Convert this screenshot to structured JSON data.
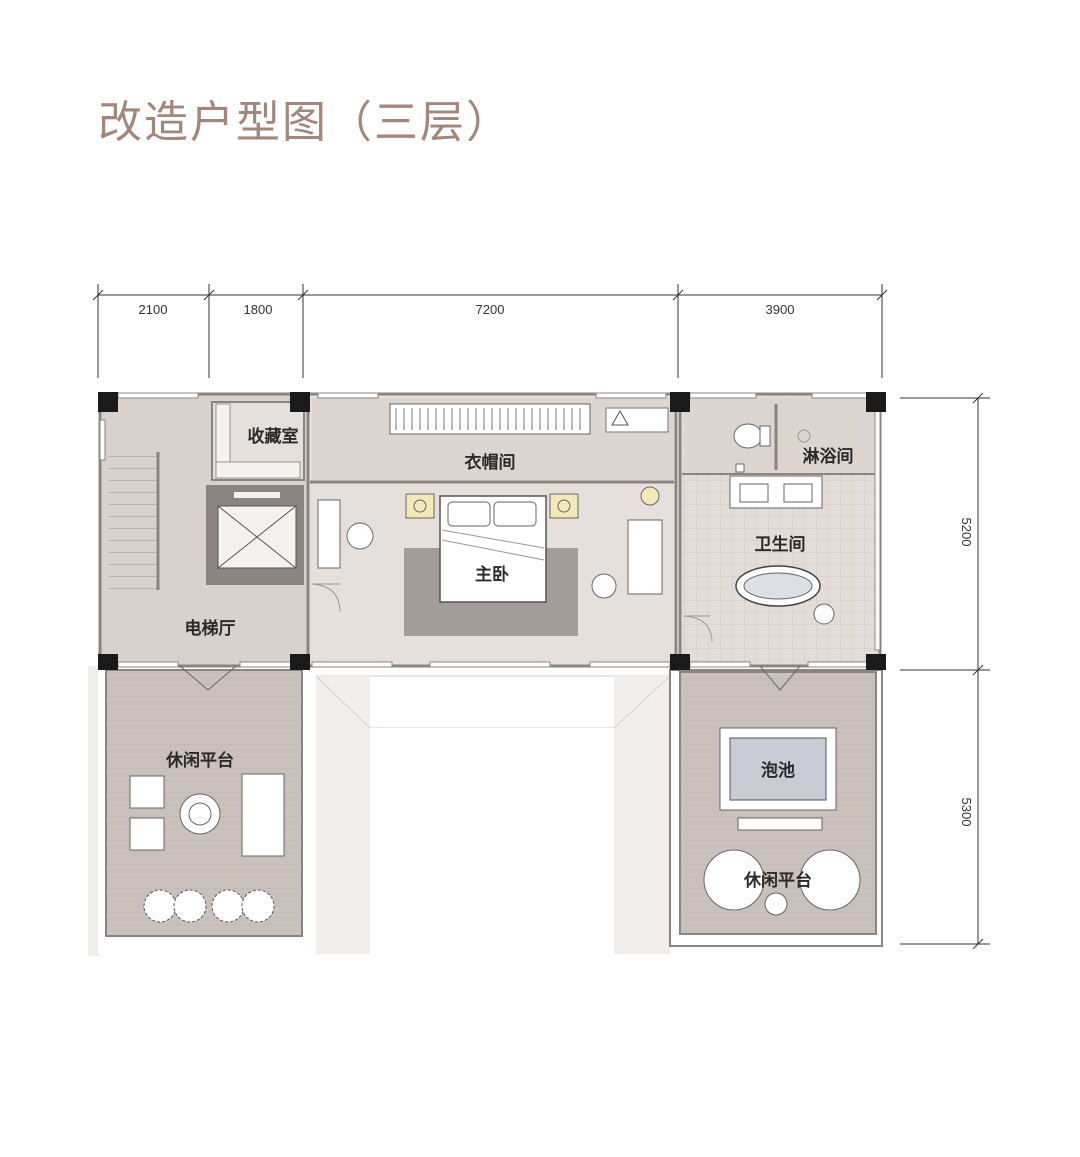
{
  "title": "改造户型图（三层）",
  "dimensions": {
    "top": [
      "2100",
      "1800",
      "7200",
      "3900"
    ],
    "right": [
      "5200",
      "5300"
    ]
  },
  "rooms": {
    "collection": "收藏室",
    "cloakroom": "衣帽间",
    "master_bedroom": "主卧",
    "shower": "淋浴间",
    "bathroom": "卫生间",
    "elevator_hall": "电梯厅",
    "leisure_terrace_left": "休闲平台",
    "pool": "泡池",
    "leisure_terrace_right": "休闲平台"
  },
  "colors": {
    "title": "#a3877c",
    "room_fill": "#ddd5d0",
    "terrace_fill": "#c9bfba",
    "wall": "#8c8480",
    "rug": "#a39c98",
    "pool_water": "#c9ccd4"
  }
}
